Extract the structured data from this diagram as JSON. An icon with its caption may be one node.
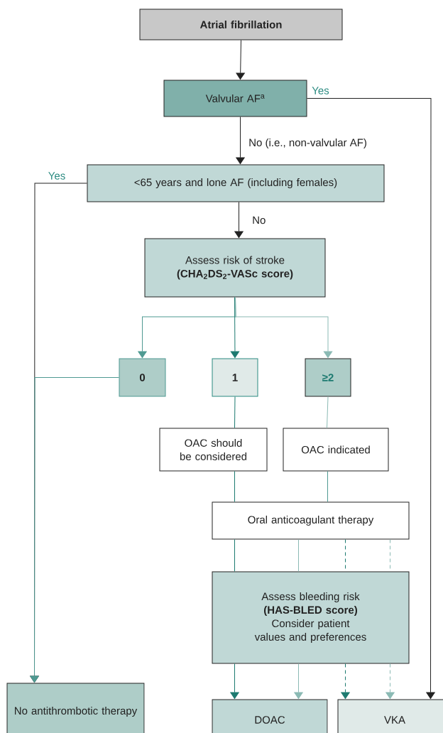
{
  "diagram": {
    "nodes": [
      {
        "text": [
          "Atrial fibrillation"
        ]
      },
      {
        "text": [
          "Valvular AF$^{a}$"
        ]
      },
      {
        "text": [
          "<65 years and lone AF (including females)"
        ]
      },
      {
        "text": [
          "Assess risk of stroke",
          "(CHA$_{2}$DS$_{2}$-VASc score)"
        ]
      },
      {
        "text": [
          "0"
        ]
      },
      {
        "text": [
          "1"
        ]
      },
      {
        "text": [
          "≥2"
        ]
      },
      {
        "text": [
          "OAC should be considered"
        ]
      },
      {
        "text": [
          "OAC indicated"
        ]
      },
      {
        "text": [
          "Oral anticoagulant therapy"
        ]
      },
      {
        "text": [
          "Assess bleeding risk",
          "(HAS-BLED score)",
          "Consider patient values and preferences"
        ]
      },
      {
        "text": [
          "No antithrombotic therapy"
        ]
      },
      {
        "text": [
          "DOAC"
        ]
      },
      {
        "text": [
          "VKA"
        ]
      }
    ],
    "edges": [
      {
        "from": 0,
        "to": 1,
        "arrow": "to",
        "color": "#222222"
      },
      {
        "from": 1,
        "to": 13,
        "arrow": "to",
        "label": "Yes",
        "color": "#222222"
      },
      {
        "from": 1,
        "to": 2,
        "arrow": "to",
        "label": "No (i.e., non-valvular AF)",
        "color": "#222222"
      },
      {
        "from": 2,
        "to": 11,
        "arrow": "to",
        "label": "Yes",
        "color": "#222222"
      },
      {
        "from": 2,
        "to": 3,
        "arrow": "to",
        "label": "No",
        "color": "#222222"
      },
      {
        "from": 3,
        "to": 4,
        "arrow": "to",
        "color": "#4f9a92"
      },
      {
        "from": 3,
        "to": 5,
        "arrow": "to",
        "color": "#1d7a70"
      },
      {
        "from": 3,
        "to": 6,
        "arrow": "to",
        "color": "#8bbab4"
      },
      {
        "from": 4,
        "to": 11,
        "arrow": "to",
        "color": "#4f9a92"
      },
      {
        "from": 5,
        "to": 7,
        "arrow": "none",
        "color": "#1d7a70"
      },
      {
        "from": 6,
        "to": 8,
        "arrow": "none",
        "color": "#8bbab4"
      },
      {
        "from": 7,
        "to": 9,
        "arrow": "none",
        "color": "#1d7a70"
      },
      {
        "from": 8,
        "to": 9,
        "arrow": "none",
        "color": "#4f9a92"
      },
      {
        "from": 9,
        "to": 10,
        "arrow": "none",
        "color": "#1d7a70"
      },
      {
        "from": 9,
        "to": 10,
        "arrow": "none",
        "color": "#8bbab4"
      },
      {
        "from": 9,
        "to": 10,
        "arrow": "none",
        "style": "dashed",
        "color": "#1d7a70"
      },
      {
        "from": 9,
        "to": 10,
        "arrow": "none",
        "style": "dashed",
        "color": "#8bbab4"
      },
      {
        "from": 10,
        "to": 12,
        "arrow": "to",
        "color": "#1d7a70"
      },
      {
        "from": 10,
        "to": 12,
        "arrow": "to",
        "color": "#8bbab4"
      },
      {
        "from": 10,
        "to": 13,
        "arrow": "to",
        "style": "dashed",
        "color": "#1d7a70"
      },
      {
        "from": 10,
        "to": 13,
        "arrow": "to",
        "style": "dashed",
        "color": "#8bbab4"
      }
    ]
  }
}
